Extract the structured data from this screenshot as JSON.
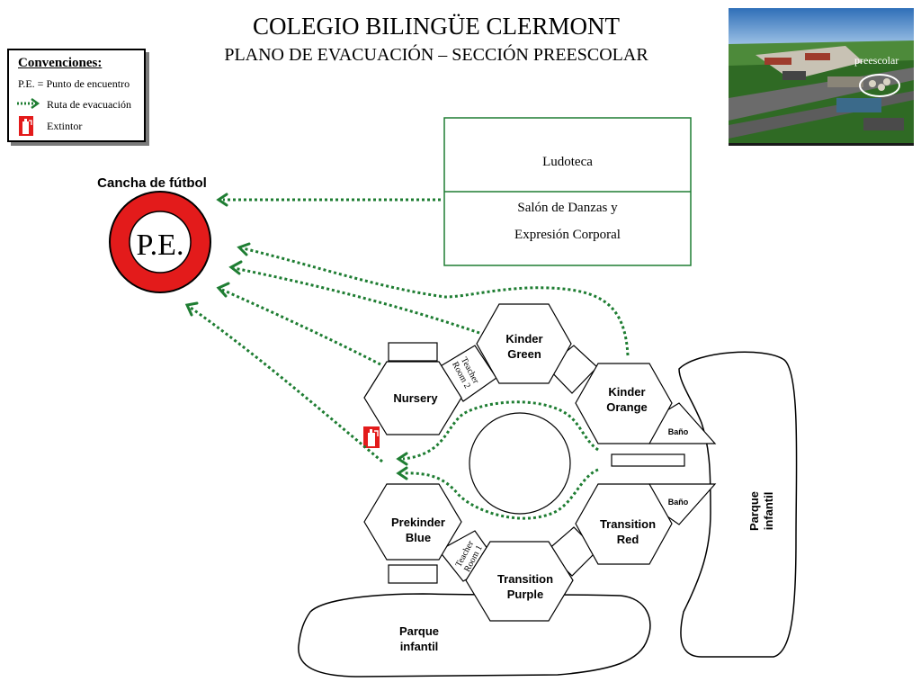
{
  "header": {
    "title": "COLEGIO BILINGÜE CLERMONT",
    "subtitle": "PLANO DE EVACUACIÓN – SECCIÓN PREESCOLAR"
  },
  "legend": {
    "title": "Convenciones:",
    "meeting_point": "P.E. = Punto de encuentro",
    "route": "Ruta de evacuación",
    "extinguisher": "Extintor"
  },
  "photo": {
    "label": "preescolar"
  },
  "field": {
    "label": "Cancha de fútbol",
    "meeting_point": "P.E."
  },
  "building": {
    "top_room": "Ludoteca",
    "bottom_room_line1": "Salón de Danzas y",
    "bottom_room_line2": "Expresión Corporal"
  },
  "rooms": {
    "kinder_green": [
      "Kinder",
      "Green"
    ],
    "nursery": "Nursery",
    "kinder_orange": [
      "Kinder",
      "Orange"
    ],
    "prekinder_blue": [
      "Prekinder",
      "Blue"
    ],
    "transition_red": [
      "Transition",
      "Red"
    ],
    "transition_purple": [
      "Transition",
      "Purple"
    ],
    "teacher_room_2": [
      "Teacher",
      "Room 2"
    ],
    "teacher_room_1": [
      "Teacher",
      "Room 1"
    ],
    "bano_top": "Baño",
    "bano_bottom": "Baño"
  },
  "parks": {
    "right": [
      "Parque",
      "infantil"
    ],
    "bottom": [
      "Parque",
      "infantil"
    ]
  },
  "colors": {
    "route": "#1e7d32",
    "meeting_point_ring": "#e31b1b"
  }
}
